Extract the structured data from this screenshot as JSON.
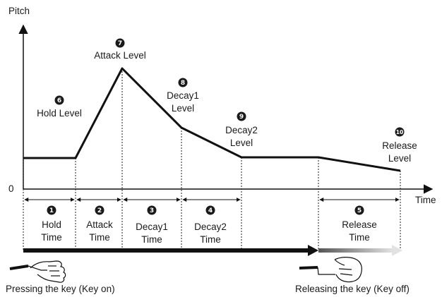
{
  "axes": {
    "y_label": "Pitch",
    "x_label": "Time",
    "origin_label": "0"
  },
  "levels": [
    {
      "num": "6",
      "lines": [
        "Hold Level"
      ]
    },
    {
      "num": "7",
      "lines": [
        "Attack Level"
      ]
    },
    {
      "num": "8",
      "lines": [
        "Decay1",
        "Level"
      ]
    },
    {
      "num": "9",
      "lines": [
        "Decay2",
        "Level"
      ]
    },
    {
      "num": "10",
      "lines": [
        "Release",
        "Level"
      ]
    }
  ],
  "times": [
    {
      "num": "1",
      "lines": [
        "Hold",
        "Time"
      ]
    },
    {
      "num": "2",
      "lines": [
        "Attack",
        "Time"
      ]
    },
    {
      "num": "3",
      "lines": [
        "Decay1",
        "Time"
      ]
    },
    {
      "num": "4",
      "lines": [
        "Decay2",
        "Time"
      ]
    },
    {
      "num": "5",
      "lines": [
        "Release",
        "Time"
      ]
    }
  ],
  "captions": {
    "key_on": "Pressing the key (Key on)",
    "key_off": "Releasing the key (Key off)"
  },
  "colors": {
    "line": "#111111",
    "marker": "#1a1a1a",
    "release_fade": "#c8c8c8"
  }
}
